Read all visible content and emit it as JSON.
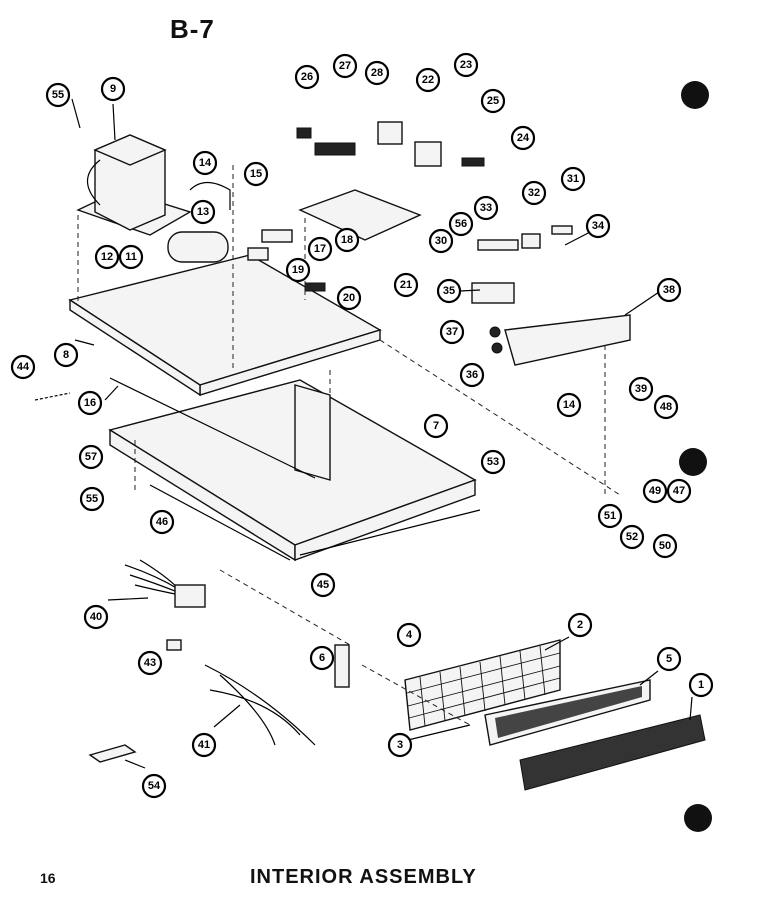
{
  "page": {
    "title": "B-7",
    "number": "16",
    "footer_title": "INTERIOR ASSEMBLY"
  },
  "callouts": [
    "55",
    "9",
    "14",
    "15",
    "13",
    "12",
    "11",
    "17",
    "18",
    "19",
    "20",
    "21",
    "8",
    "26",
    "27",
    "28",
    "22",
    "23",
    "25",
    "24",
    "30",
    "56",
    "33",
    "32",
    "31",
    "34",
    "35",
    "38",
    "37",
    "36",
    "14",
    "39",
    "48",
    "44",
    "16",
    "57",
    "55",
    "7",
    "53",
    "46",
    "45",
    "49",
    "47",
    "51",
    "52",
    "50",
    "40",
    "43",
    "6",
    "4",
    "2",
    "5",
    "1",
    "3",
    "41",
    "54"
  ],
  "colors": {
    "ink": "#111111",
    "paper": "#ffffff"
  }
}
